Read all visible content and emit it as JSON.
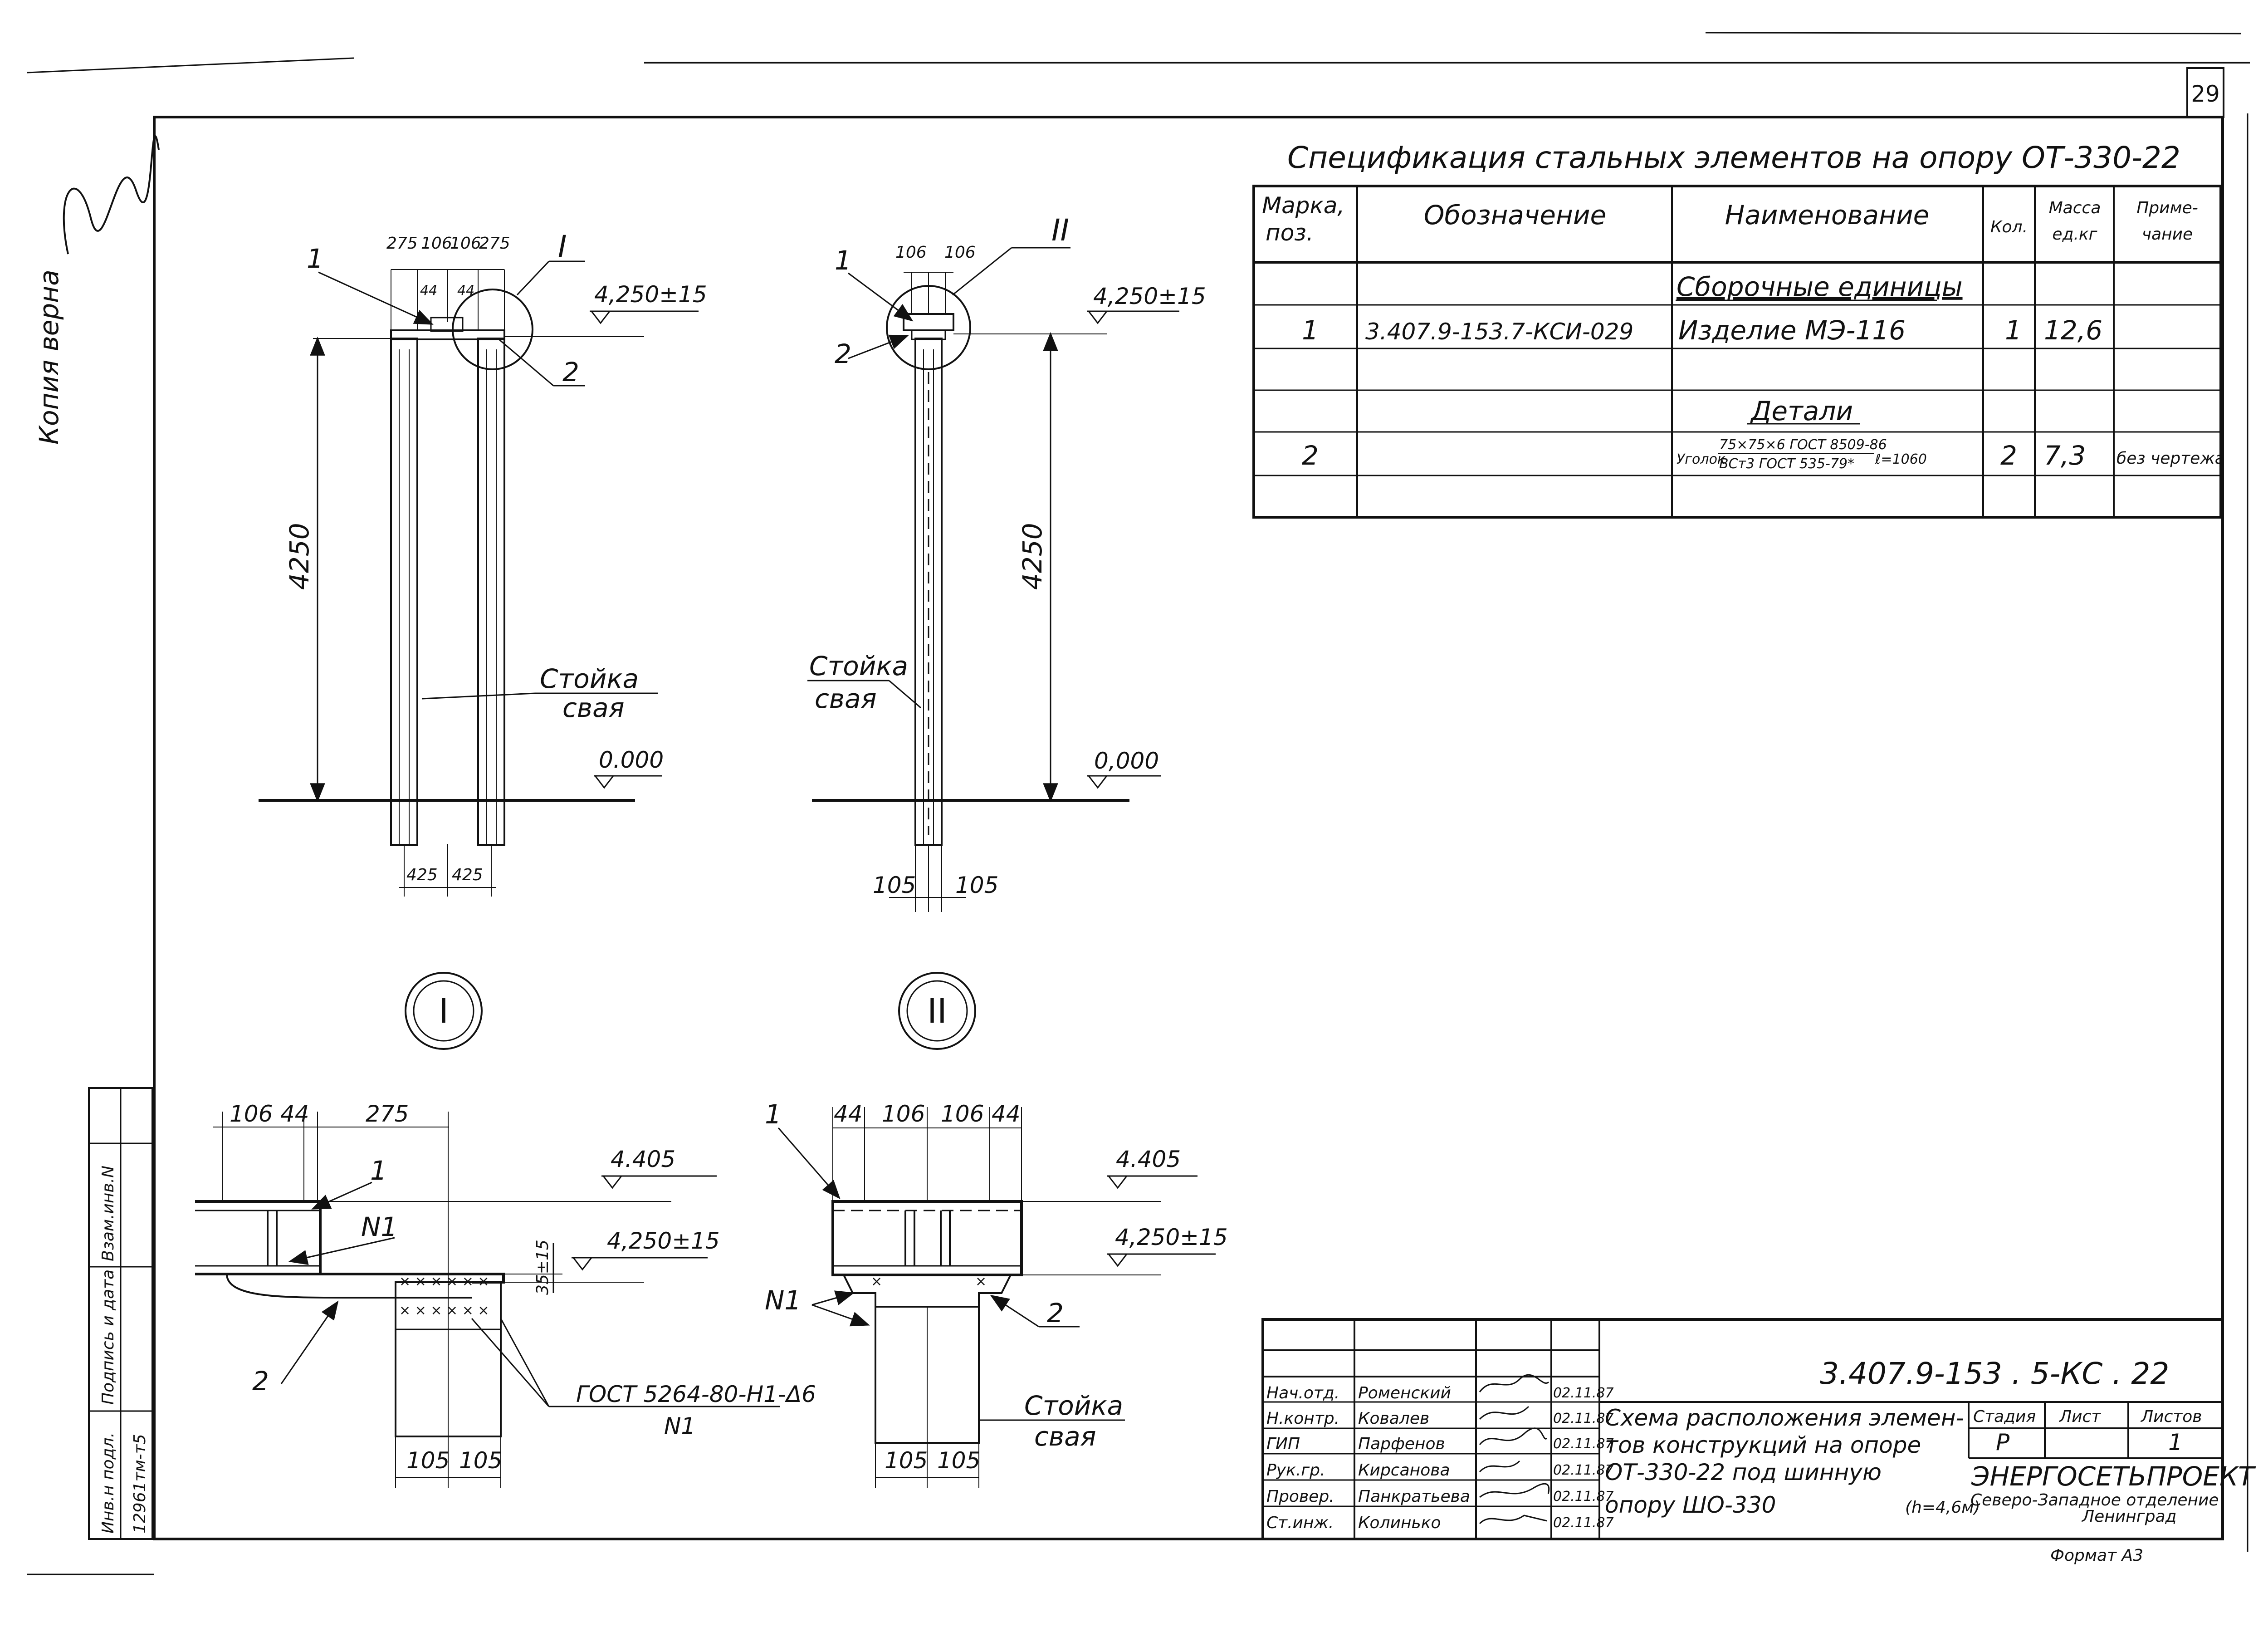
{
  "sheet_number": "29",
  "side_stamps": {
    "copy_verified": "Копия верна",
    "inv_original": "Инв.н подл.",
    "inv_number": "12961тм-т5",
    "signature_date": "Подпись и дата",
    "replace_inv": "Взам.инв.N"
  },
  "spec_table": {
    "title": "Спецификация стальных элементов на опору ОТ-330-22",
    "headers": [
      "Марка, поз.",
      "Обозначение",
      "Наименование",
      "Кол.",
      "Масса ед.кг",
      "Приме-чание"
    ],
    "section_assembly": "Сборочные единицы",
    "row1": {
      "pos": "1",
      "designation": "3.407.9-153.7-КСИ-029",
      "name": "Изделие МЭ-116",
      "qty": "1",
      "mass": "12,6",
      "note": ""
    },
    "section_details": "Детали",
    "row2": {
      "pos": "2",
      "designation": "",
      "name_prefix": "Уголок",
      "name_top": "75×75×6 ГОСТ 8509-86",
      "name_bottom": "ВСт3 ГОСТ 535-79*",
      "name_length": "ℓ=1060",
      "qty": "2",
      "mass": "7,3",
      "note": "без чертежа"
    }
  },
  "view_left": {
    "dim_top": [
      "275",
      "106",
      "106",
      "275"
    ],
    "dim_44a": "44",
    "dim_44b": "44",
    "callout": "I",
    "pos1": "1",
    "pos2": "2",
    "level_top": "4,250±15",
    "height": "4250",
    "post_label_1": "Стойка",
    "post_label_2": "свая",
    "level_ground": "0.000",
    "dim_bottom": [
      "425",
      "425"
    ]
  },
  "view_right": {
    "dim_top": [
      "106",
      "106"
    ],
    "callout": "II",
    "pos1": "1",
    "pos2": "2",
    "level_top": "4,250±15",
    "height": "4250",
    "post_label_1": "Стойка",
    "post_label_2": "свая",
    "level_ground": "0,000",
    "dim_bottom": [
      "105",
      "105"
    ]
  },
  "detail_1": {
    "marker": "I",
    "dims": [
      "106",
      "44",
      "275"
    ],
    "pos1": "1",
    "weld": "N1",
    "level_top": "4.405",
    "level_mid": "4,250±15",
    "gap": "35±15",
    "pos2": "2",
    "weld_spec": "ГОСТ 5264-80-Н1-Δ6",
    "weld_spec_sub": "N1",
    "dim_bottom": [
      "105",
      "105"
    ]
  },
  "detail_2": {
    "marker": "II",
    "dims": [
      "44",
      "106",
      "106",
      "44"
    ],
    "pos1": "1",
    "weld": "N1",
    "level_top": "4.405",
    "level_mid": "4,250±15",
    "pos2": "2",
    "post_label_1": "Стойка",
    "post_label_2": "свая",
    "dim_bottom": [
      "105",
      "105"
    ]
  },
  "title_block": {
    "code": "3.407.9-153 . 5-КС . 22",
    "title_lines": [
      "Схема расположения элемен-",
      "тов конструкций на опоре",
      "ОТ-330-22 под шинную",
      "опору ШО-330"
    ],
    "height_note": "(h=4,6м)",
    "stage_header": "Стадия",
    "sheet_header": "Лист",
    "sheets_header": "Листов",
    "stage": "Р",
    "sheets": "1",
    "org_1": "ЭНЕРГОСЕТЬПРОЕКТ",
    "org_2": "Северо-Западное отделение",
    "org_3": "Ленинград",
    "format": "Формат А3",
    "people": [
      {
        "role": "Нач.отд.",
        "name": "Роменский",
        "date": "02.11.87"
      },
      {
        "role": "Н.контр.",
        "name": "Ковалев",
        "date": "02.11.87"
      },
      {
        "role": "ГИП",
        "name": "Парфенов",
        "date": "02.11.87"
      },
      {
        "role": "Рук.гр.",
        "name": "Кирсанова",
        "date": "02.11.87"
      },
      {
        "role": "Провер.",
        "name": "Панкратьева",
        "date": "02.11.87"
      },
      {
        "role": "Ст.инж.",
        "name": "Колинько",
        "date": "02.11.87"
      }
    ]
  }
}
